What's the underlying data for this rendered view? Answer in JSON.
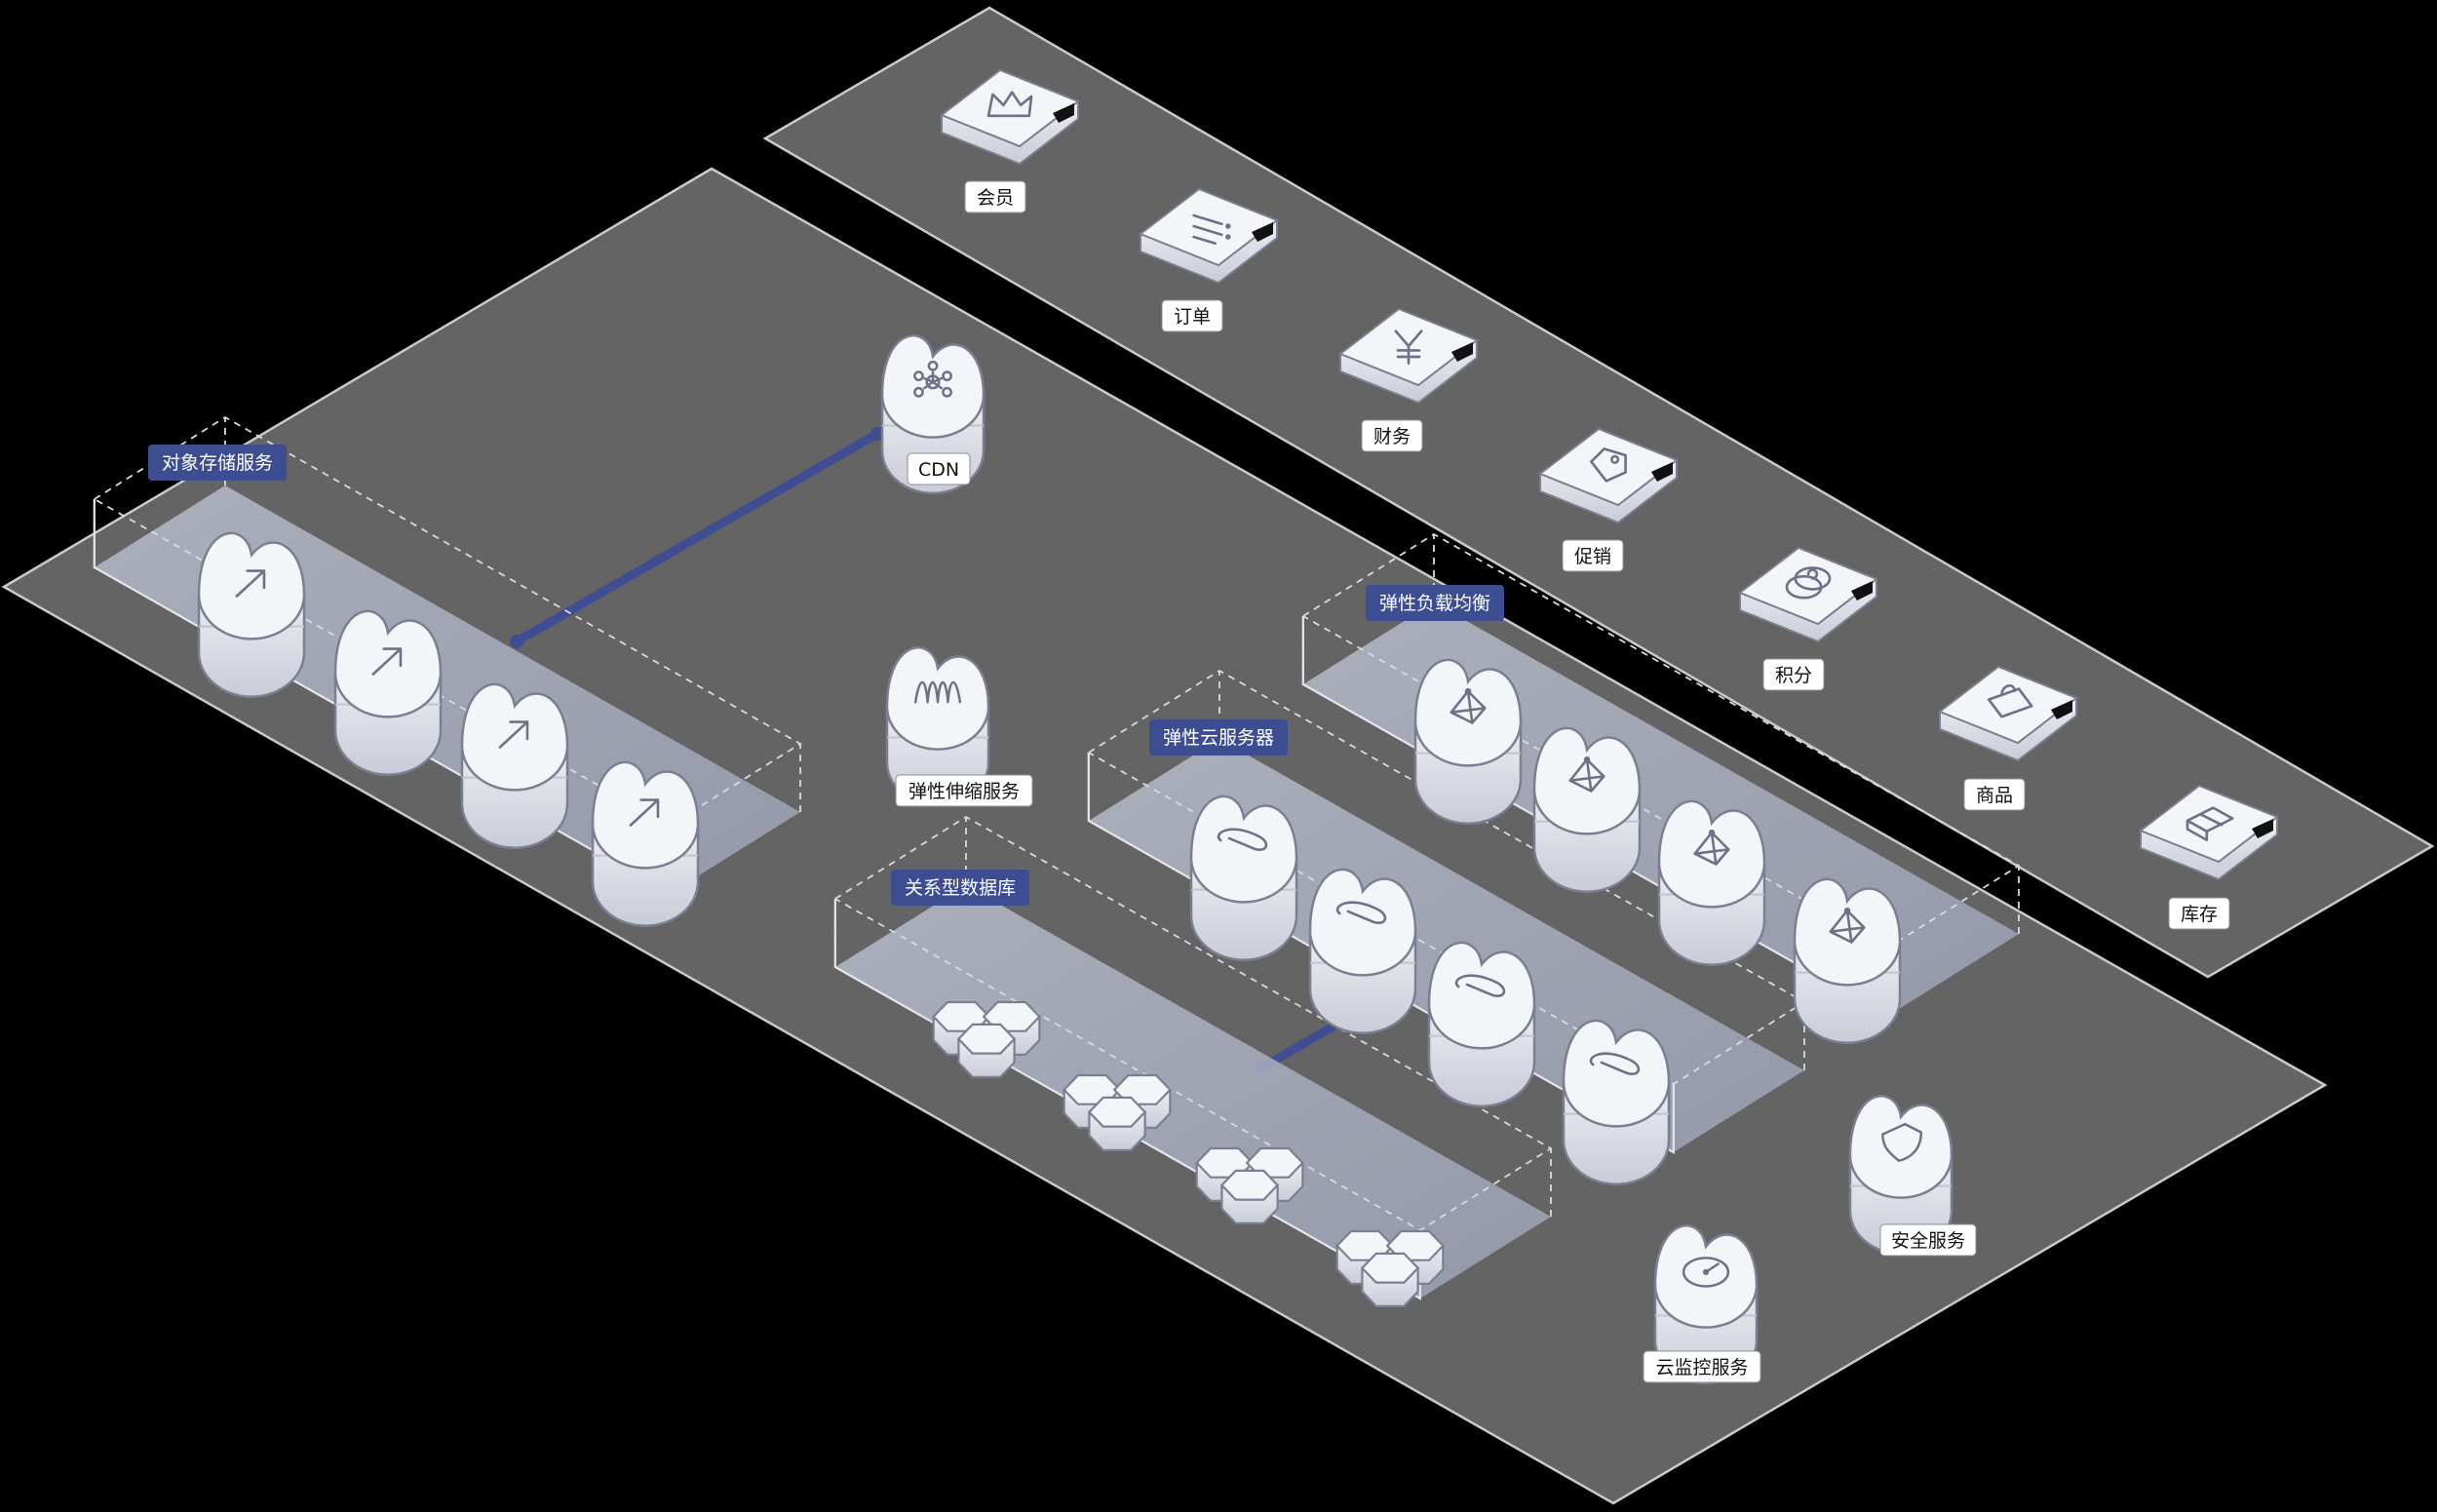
{
  "colors": {
    "background": "#000000",
    "platform": "#646464",
    "platform_edge": "#cfcfd4",
    "group_label_bg": "#3d4d91",
    "group_label_text": "#ffffff",
    "node_label_bg": "#ffffff",
    "node_label_text": "#111111",
    "connector": "#3f4d93",
    "node_top": "#f4f5f8",
    "node_side": "#d9dbe3",
    "node_outline": "#7b7f92"
  },
  "business": [
    {
      "id": "member",
      "label": "会员",
      "icon": "crown-icon"
    },
    {
      "id": "order",
      "label": "订单",
      "icon": "list-icon"
    },
    {
      "id": "finance",
      "label": "财务",
      "icon": "yen-icon"
    },
    {
      "id": "promotion",
      "label": "促销",
      "icon": "tag-icon"
    },
    {
      "id": "points",
      "label": "积分",
      "icon": "coins-icon"
    },
    {
      "id": "product",
      "label": "商品",
      "icon": "bag-icon"
    },
    {
      "id": "inventory",
      "label": "库存",
      "icon": "box-icon"
    }
  ],
  "groups": [
    {
      "id": "object-storage",
      "label": "对象存储服务",
      "icon": "upload-arrow-icon",
      "count": 4
    },
    {
      "id": "relational-db",
      "label": "关系型数据库",
      "icon": "hexagon-cluster-icon",
      "count": 4
    },
    {
      "id": "ecs",
      "label": "弹性云服务器",
      "icon": "paperclip-icon",
      "count": 4
    },
    {
      "id": "elb",
      "label": "弹性负载均衡",
      "icon": "balance-icon",
      "count": 4
    }
  ],
  "services": [
    {
      "id": "cdn",
      "label": "CDN",
      "icon": "network-icon"
    },
    {
      "id": "auto-scaling",
      "label": "弹性伸缩服务",
      "icon": "spring-icon"
    },
    {
      "id": "security",
      "label": "安全服务",
      "icon": "shield-icon"
    },
    {
      "id": "monitoring",
      "label": "云监控服务",
      "icon": "gauge-icon"
    }
  ],
  "connections": [
    {
      "from": "object-storage",
      "to": "cdn"
    },
    {
      "from": "relational-db",
      "to": "ecs"
    }
  ]
}
